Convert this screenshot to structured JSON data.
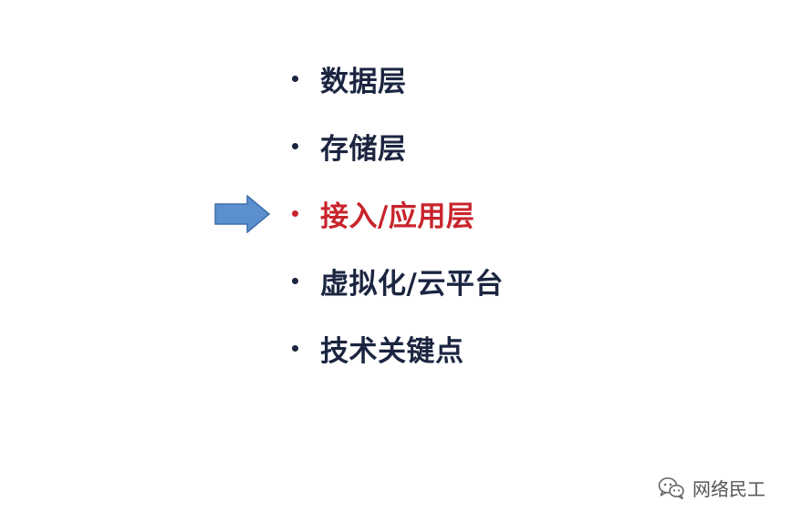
{
  "slide": {
    "items": [
      {
        "label": "数据层"
      },
      {
        "label": "存储层"
      },
      {
        "label": "接入/应用层",
        "active": true
      },
      {
        "label": "虚拟化/云平台"
      },
      {
        "label": "技术关键点"
      }
    ]
  },
  "watermark": {
    "text": "网络民工",
    "icon": "wechat-icon"
  },
  "colors": {
    "text": "#1b2540",
    "active": "#c8242c",
    "arrow_fill": "#5b8fd0",
    "arrow_stroke": "#3d6ea8"
  }
}
